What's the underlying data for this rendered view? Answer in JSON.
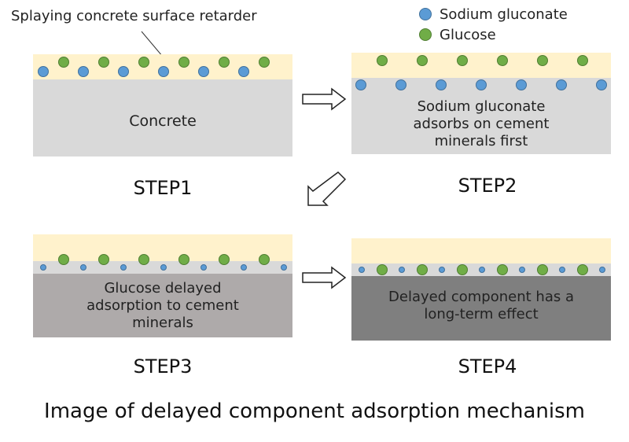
{
  "title_label": "Splaying concrete surface retarder",
  "legend": [
    {
      "label": "Sodium gluconate",
      "color": "#5b9bd5"
    },
    {
      "label": "Glucose",
      "color": "#70ad47"
    }
  ],
  "colors": {
    "retarder_layer": "#fff2cc",
    "concrete_step1": "#d9d9d9",
    "concrete_step2": "#d9d9d9",
    "film_layer": "#d9d9d9",
    "concrete_step3": "#aeaaaa",
    "concrete_step4": "#7f7f7f",
    "sodium_gluconate": "#5b9bd5",
    "glucose": "#70ad47"
  },
  "steps": [
    {
      "label": "STEP1",
      "text": [
        "Concrete"
      ]
    },
    {
      "label": "STEP2",
      "text": [
        "Sodium gluconate",
        "adsorbs on cement",
        "minerals first"
      ]
    },
    {
      "label": "STEP3",
      "text": [
        "Glucose delayed",
        "adsorption to cement",
        "minerals"
      ]
    },
    {
      "label": "STEP4",
      "text": [
        "Delayed component has a",
        "long-term effect"
      ]
    }
  ],
  "caption": "Image of delayed component adsorption mechanism"
}
